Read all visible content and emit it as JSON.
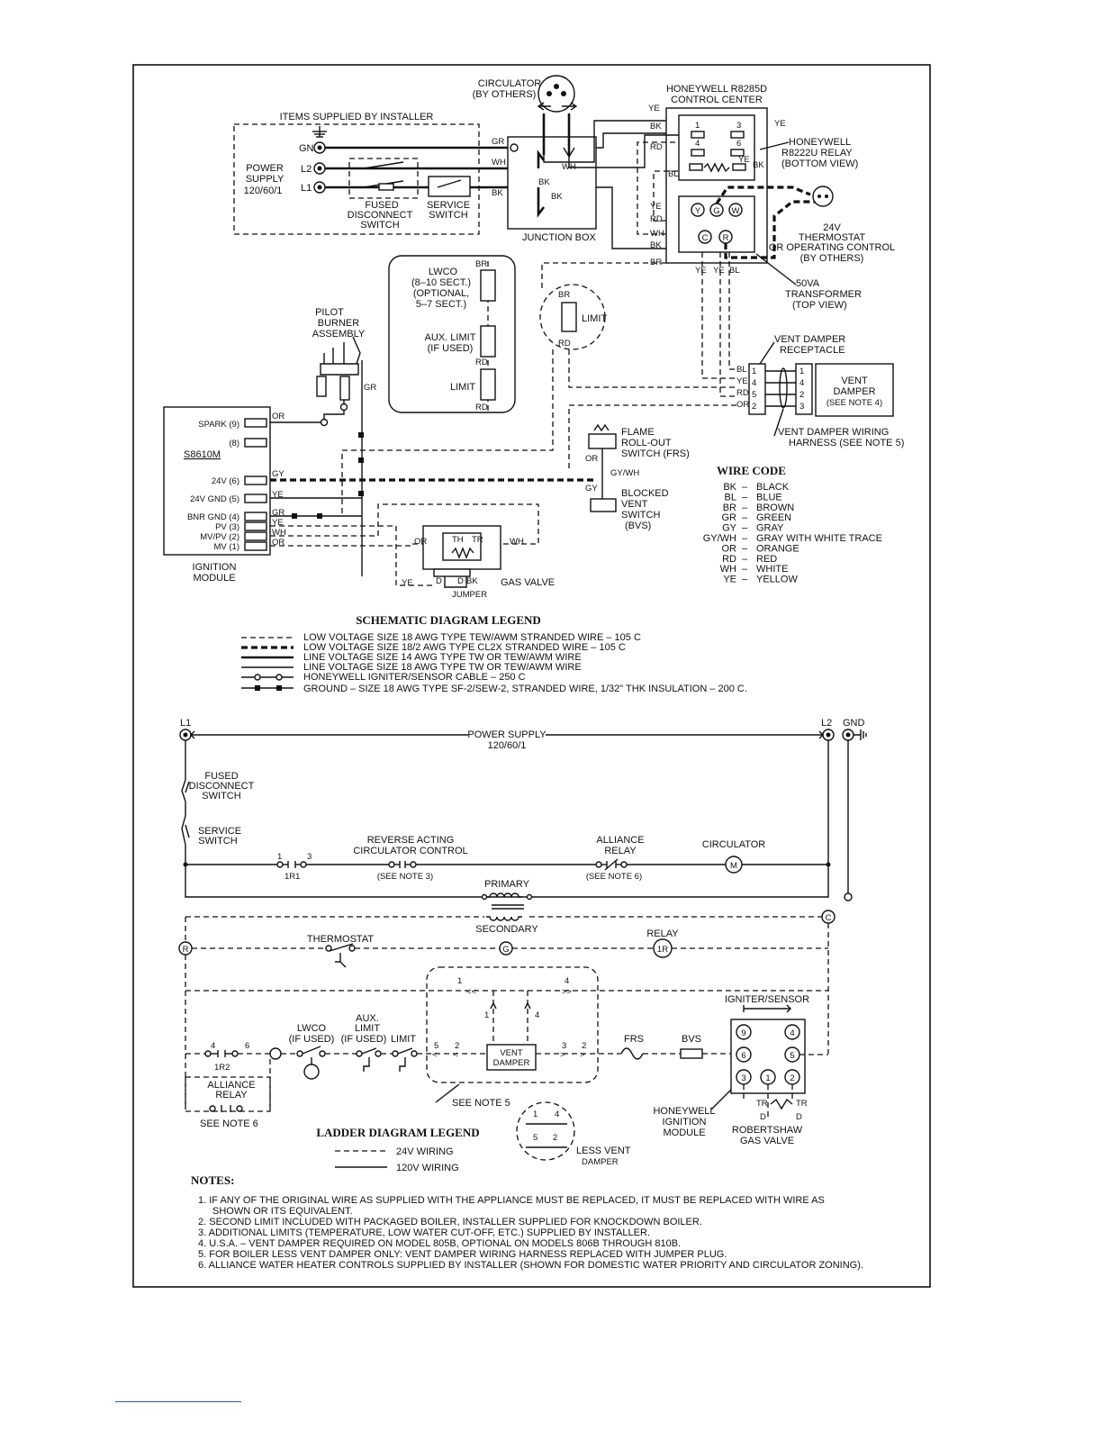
{
  "schematic": {
    "circulator_label": "CIRCULATOR",
    "circulator_by": "(BY OTHERS)",
    "control_center_1": "HONEYWELL R8285D",
    "control_center_2": "CONTROL CENTER",
    "items_supplied": "ITEMS SUPPLIED BY INSTALLER",
    "gnd": "GND",
    "l2": "L2",
    "l1": "L1",
    "power_supply_1": "POWER",
    "power_supply_2": "SUPPLY",
    "power_supply_3": "120/60/1",
    "fused_1": "FUSED",
    "fused_2": "DISCONNECT",
    "fused_3": "SWITCH",
    "service_1": "SERVICE",
    "service_2": "SWITCH",
    "junction_box": "JUNCTION BOX",
    "relay_1": "HONEYWELL",
    "relay_2": "R8222U RELAY",
    "relay_3": "(BOTTOM VIEW)",
    "thermostat_1": "24V",
    "thermostat_2": "THERMOSTAT",
    "thermostat_3": "OR OPERATING CONTROL",
    "thermostat_4": "(BY OTHERS)",
    "transformer_1": "50VA",
    "transformer_2": "TRANSFORMER",
    "transformer_3": "(TOP VIEW)",
    "lwco_1": "LWCO",
    "lwco_2": "(8–10 SECT.)",
    "lwco_3": "(OPTIONAL,",
    "lwco_4": "5–7 SECT.)",
    "aux_1": "AUX. LIMIT",
    "aux_2": "(IF USED)",
    "limit": "LIMIT",
    "limit2": "LIMIT",
    "pilot_1": "PILOT",
    "pilot_2": "BURNER",
    "pilot_3": "ASSEMBLY",
    "vent_receptacle_1": "VENT DAMPER",
    "vent_receptacle_2": "RECEPTACLE",
    "vent_damper_1": "VENT",
    "vent_damper_2": "DAMPER",
    "vent_damper_3": "(SEE NOTE 4)",
    "harness_1": "VENT DAMPER WIRING",
    "harness_2": "HARNESS (SEE NOTE 5)",
    "frs_1": "FLAME",
    "frs_2": "ROLL-OUT",
    "frs_3": "SWITCH (FRS)",
    "bvs_1": "BLOCKED",
    "bvs_2": "VENT",
    "bvs_3": "SWITCH",
    "bvs_4": "(BVS)",
    "module_model": "S8610M",
    "terminals": [
      "SPARK (9)",
      "(8)",
      "24V (6)",
      "24V GND (5)",
      "BNR GND (4)",
      "PV (3)",
      "MV/PV (2)",
      "MV (1)"
    ],
    "ignition_1": "IGNITION",
    "ignition_2": "MODULE",
    "gas_valve": "GAS VALVE",
    "jumper": "JUMPER",
    "th": "TH",
    "tr": "TR",
    "wire_tags": {
      "ye": "YE",
      "bk": "BK",
      "rd": "RD",
      "wh": "WH",
      "br": "BR",
      "bl": "BL",
      "gr": "GR",
      "gy": "GY",
      "or": "OR",
      "gywh": "GY/WH",
      "d": "D"
    },
    "relay_terms": [
      "1",
      "3",
      "4",
      "6"
    ],
    "tstat_terms": [
      "Y",
      "G",
      "W"
    ],
    "tx_terms": [
      "C",
      "R"
    ],
    "recep_pins": [
      "1",
      "4",
      "5",
      "2"
    ],
    "damper_pins": [
      "1",
      "4",
      "2",
      "3"
    ]
  },
  "wire_code": {
    "title": "WIRE CODE",
    "entries": [
      {
        "code": "BK",
        "name": "BLACK"
      },
      {
        "code": "BL",
        "name": "BLUE"
      },
      {
        "code": "BR",
        "name": "BROWN"
      },
      {
        "code": "GR",
        "name": "GREEN"
      },
      {
        "code": "GY",
        "name": "GRAY"
      },
      {
        "code": "GY/WH",
        "name": "GRAY WITH WHITE TRACE"
      },
      {
        "code": "OR",
        "name": "ORANGE"
      },
      {
        "code": "RD",
        "name": "RED"
      },
      {
        "code": "WH",
        "name": "WHITE"
      },
      {
        "code": "YE",
        "name": "YELLOW"
      }
    ]
  },
  "schematic_legend": {
    "title": "SCHEMATIC DIAGRAM LEGEND",
    "entries": [
      "LOW VOLTAGE SIZE 18 AWG TYPE TEW/AWM STRANDED WIRE – 105 C",
      "LOW VOLTAGE SIZE 18/2 AWG TYPE CL2X STRANDED WIRE – 105 C",
      "LINE VOLTAGE SIZE 14 AWG TYPE TW OR TEW/AWM WIRE",
      "LINE VOLTAGE SIZE 18 AWG TYPE TW OR TEW/AWM WIRE",
      "HONEYWELL IGNITER/SENSOR CABLE – 250 C",
      "GROUND – SIZE 18 AWG TYPE SF-2/SEW-2, STRANDED WIRE, 1/32\" THK INSULATION – 200 C."
    ]
  },
  "ladder": {
    "l1": "L1",
    "l2": "L2",
    "gnd": "GND",
    "power_supply_1": "POWER SUPPLY",
    "power_supply_2": "120/60/1",
    "fused_1": "FUSED",
    "fused_2": "DISCONNECT",
    "fused_3": "SWITCH",
    "service_1": "SERVICE",
    "service_2": "SWITCH",
    "reverse_1": "REVERSE ACTING",
    "reverse_2": "CIRCULATOR CONTROL",
    "see_note_3": "(SEE NOTE 3)",
    "alliance_1": "ALLIANCE",
    "alliance_2": "RELAY",
    "see_note_6a": "(SEE NOTE 6)",
    "circulator": "CIRCULATOR",
    "m": "M",
    "primary": "PRIMARY",
    "secondary": "SECONDARY",
    "c": "C",
    "r": "R",
    "g": "G",
    "thermostat": "THERMOSTAT",
    "relay": "RELAY",
    "relay_coil": "1R",
    "igniter_sensor": "IGNITER/SENSOR",
    "lwco": "LWCO",
    "if_used": "(IF USED)",
    "aux_1": "AUX.",
    "aux_2": "LIMIT",
    "aux_3": "(IF USED)",
    "limit": "LIMIT",
    "vent_1": "VENT",
    "vent_2": "DAMPER",
    "frs": "FRS",
    "bvs": "BVS",
    "see_note_5": "SEE NOTE 5",
    "alliance_relay_1": "ALLIANCE",
    "alliance_relay_2": "RELAY",
    "see_note_6b": "SEE NOTE 6",
    "honeywell_1": "HONEYWELL",
    "honeywell_2": "IGNITION",
    "honeywell_3": "MODULE",
    "robertshaw_1": "ROBERTSHAW",
    "robertshaw_2": "GAS VALVE",
    "less_vent_1": "LESS VENT",
    "less_vent_2": "DAMPER",
    "contact_1r1": "1R1",
    "contact_1r2": "1R2",
    "num": {
      "one": "1",
      "two": "2",
      "three": "3",
      "four": "4",
      "five": "5",
      "six": "6",
      "nine": "9"
    },
    "tr": "TR",
    "d": "D"
  },
  "ladder_legend": {
    "title": "LADDER DIAGRAM LEGEND",
    "entries": [
      "24V WIRING",
      "120V WIRING"
    ]
  },
  "notes": {
    "title": "NOTES:",
    "items": [
      "1. IF ANY OF THE ORIGINAL WIRE AS SUPPLIED WITH THE APPLIANCE MUST BE REPLACED, IT MUST BE REPLACED WITH WIRE AS",
      "SHOWN OR ITS EQUIVALENT.",
      "2. SECOND LIMIT INCLUDED WITH PACKAGED BOILER, INSTALLER SUPPLIED FOR KNOCKDOWN BOILER.",
      "3. ADDITIONAL LIMITS (TEMPERATURE, LOW WATER CUT-OFF, ETC.) SUPPLIED BY INSTALLER.",
      "4. U.S.A. – VENT DAMPER REQUIRED ON MODEL 805B, OPTIONAL ON MODELS 806B THROUGH 810B.",
      "5. FOR BOILER LESS VENT DAMPER ONLY: VENT DAMPER WIRING HARNESS REPLACED WITH JUMPER PLUG.",
      "6. ALLIANCE WATER HEATER CONTROLS SUPPLIED BY INSTALLER (SHOWN FOR DOMESTIC WATER PRIORITY AND CIRCULATOR ZONING)."
    ]
  }
}
